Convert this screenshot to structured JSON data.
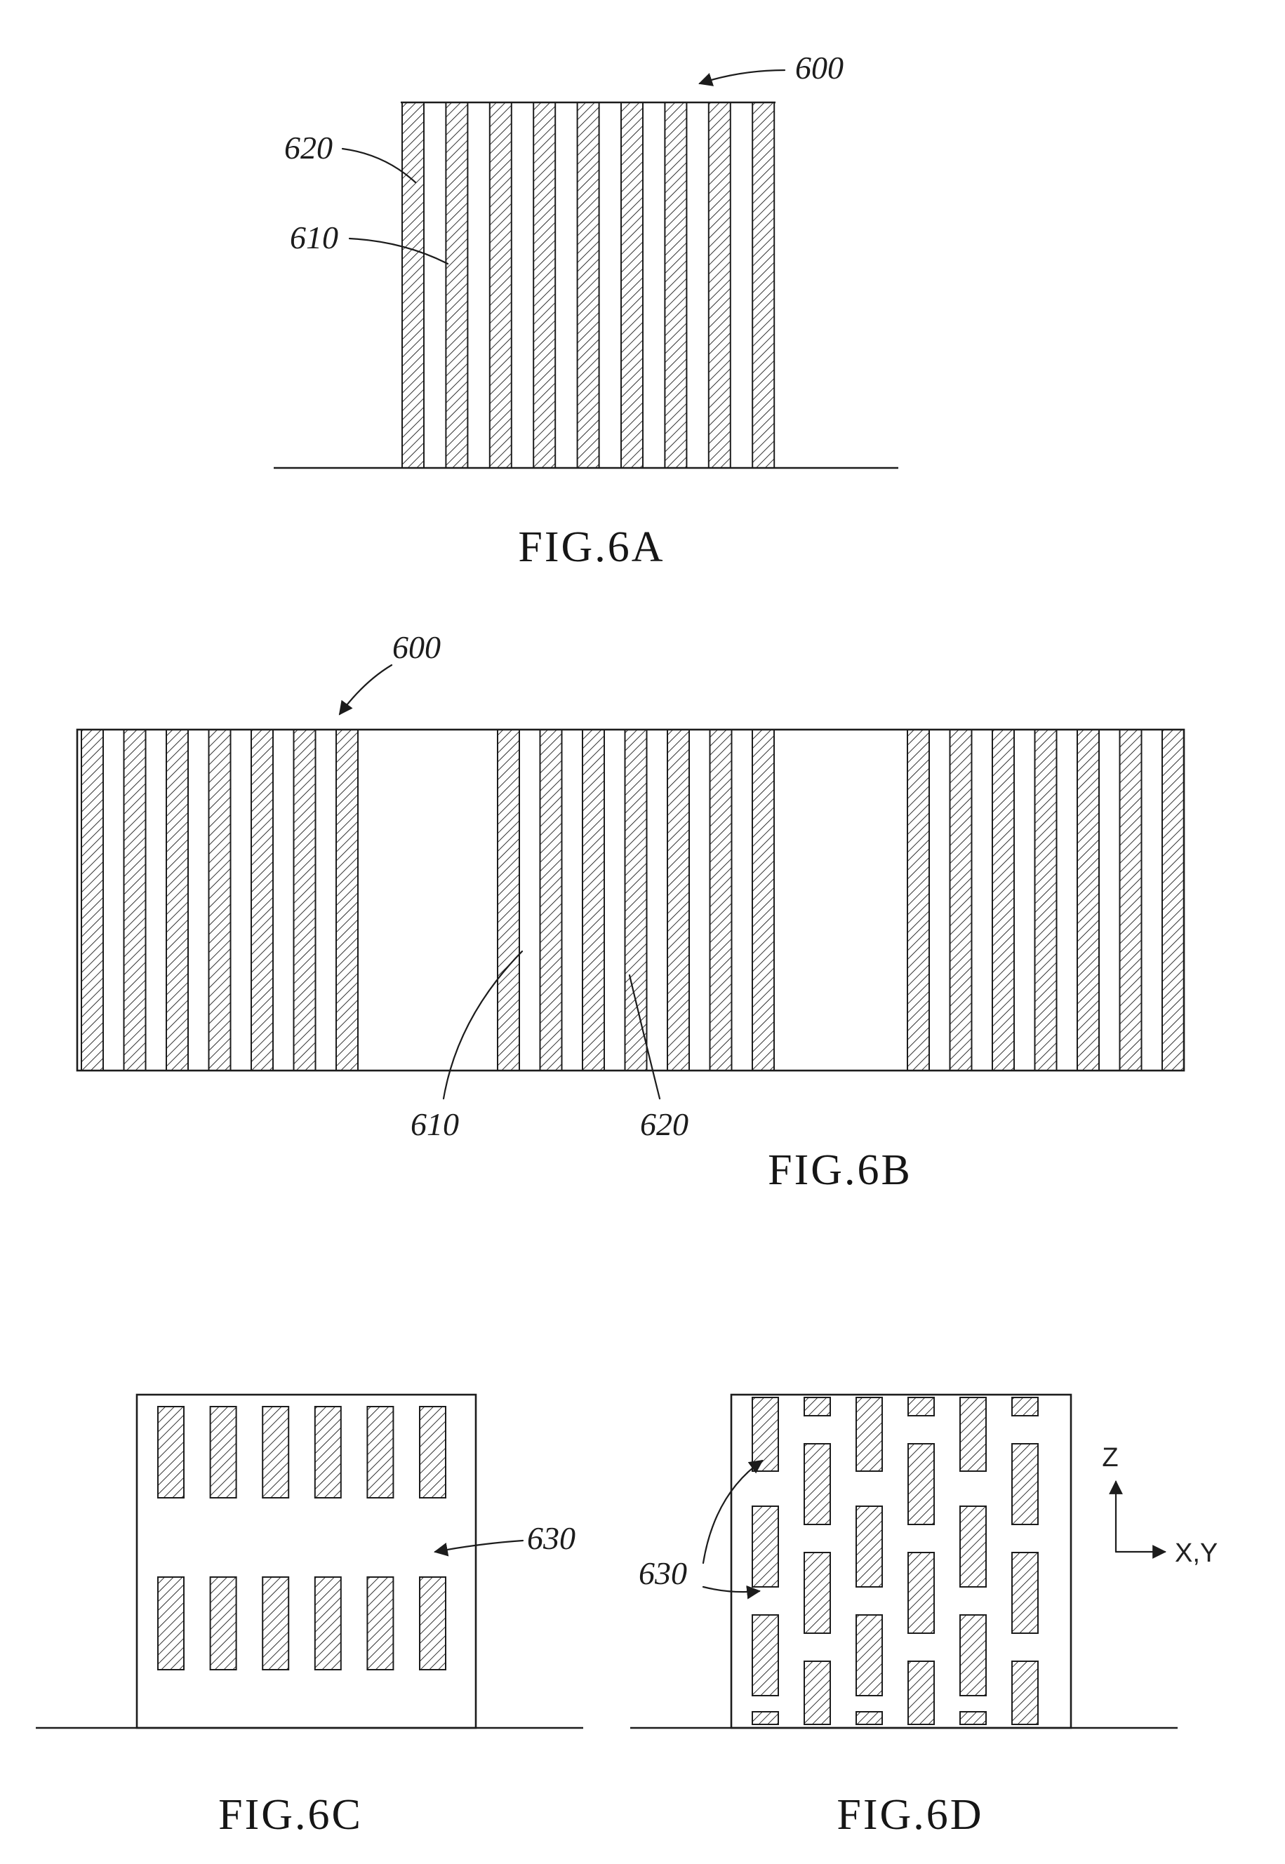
{
  "sheet": {
    "background": "#ffffff",
    "ink": "#1c1c1c",
    "description": "Patent drawing sheet with four sub-figures of hatched bar patterns"
  },
  "fig6a": {
    "caption": "FIG.6A",
    "ref600": "600",
    "ref620": "620",
    "ref610": "610"
  },
  "fig6b": {
    "caption": "FIG.6B",
    "ref600": "600",
    "ref610": "610",
    "ref620": "620"
  },
  "fig6c": {
    "caption": "FIG.6C",
    "ref630": "630"
  },
  "fig6d": {
    "caption": "FIG.6D",
    "ref630": "630",
    "axis_z": "Z",
    "axis_xy": "X,Y"
  }
}
